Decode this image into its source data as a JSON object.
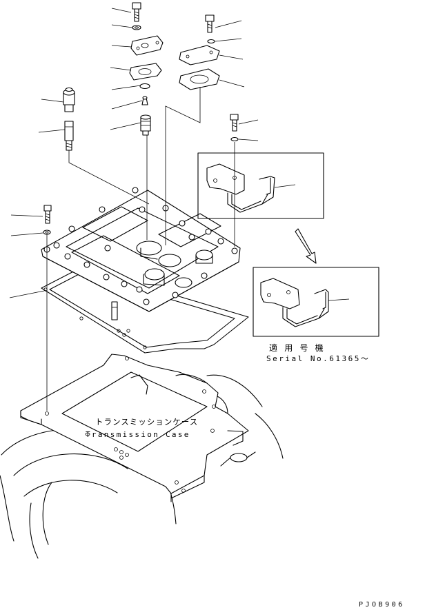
{
  "labels": {
    "applicable_serial_jp": "適 用 号 機",
    "applicable_serial_en": "Serial No.61365～",
    "case_name_jp": "トランスミッションケース",
    "case_name_en": "Transmission Case",
    "drawing_code": "PJOB906"
  }
}
